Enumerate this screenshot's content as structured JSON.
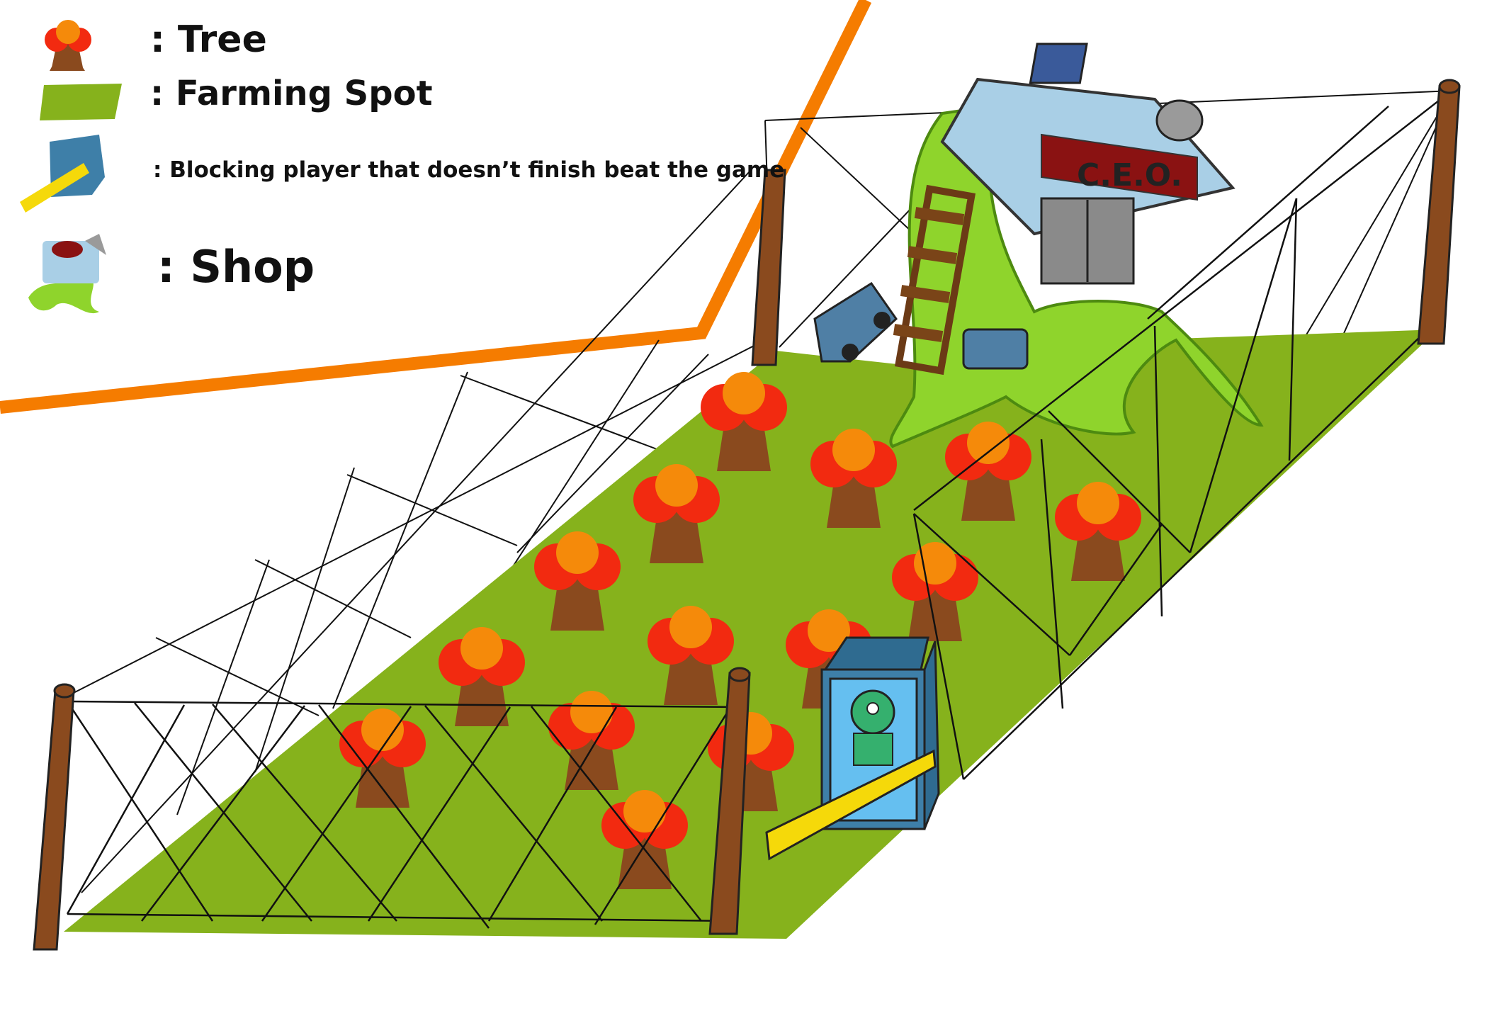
{
  "legend": {
    "tree_label": ": Tree",
    "farming_spot_label": ": Farming Spot",
    "blocking_label": ": Blocking player that doesn’t finish beat the game",
    "shop_label": ": Shop"
  },
  "shop_sign": "C.E.O.",
  "colors": {
    "grass": "#86b21c",
    "tree_trunk": "#8a4a1e",
    "tree_red": "#f22a10",
    "tree_orange": "#f58a0a",
    "fence_post": "#8a4a1e",
    "boundary_line": "#f57c00",
    "booth": "#3e7fa8",
    "barrier": "#f5d90a",
    "vine": "#8fd42c",
    "shop_building": "#a9cfe6"
  },
  "icons": [
    "tree-icon",
    "farming-spot-icon",
    "booth-icon",
    "shop-icon"
  ]
}
